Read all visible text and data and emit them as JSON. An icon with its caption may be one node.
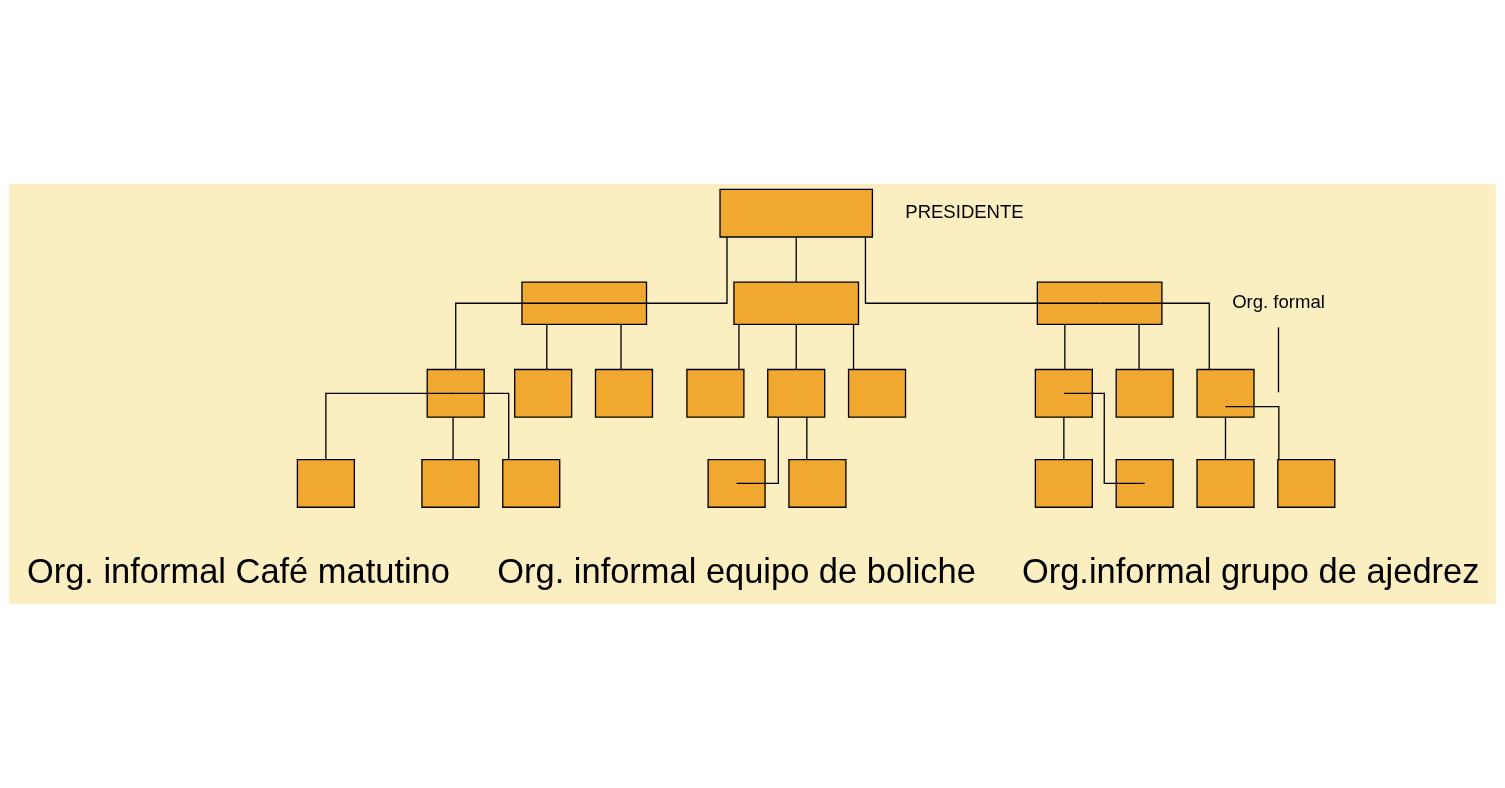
{
  "diagram": {
    "nodes": [
      {
        "text": [],
        "shape": "box"
      },
      {
        "text": [],
        "shape": "box"
      },
      {
        "text": [],
        "shape": "box"
      },
      {
        "text": [],
        "shape": "box"
      },
      {
        "text": [],
        "shape": "box"
      },
      {
        "text": [],
        "shape": "box"
      },
      {
        "text": [],
        "shape": "box"
      },
      {
        "text": [],
        "shape": "box"
      },
      {
        "text": [],
        "shape": "box"
      },
      {
        "text": [],
        "shape": "box"
      },
      {
        "text": [],
        "shape": "box"
      },
      {
        "text": [],
        "shape": "box"
      },
      {
        "text": [],
        "shape": "box"
      },
      {
        "text": [],
        "shape": "box"
      },
      {
        "text": [],
        "shape": "box"
      },
      {
        "text": [],
        "shape": "box"
      },
      {
        "text": [],
        "shape": "box"
      },
      {
        "text": [],
        "shape": "box"
      },
      {
        "text": [],
        "shape": "box"
      },
      {
        "text": [],
        "shape": "box"
      },
      {
        "text": [],
        "shape": "box"
      },
      {
        "text": [],
        "shape": "box"
      },
      {
        "text": [
          "Org. formal"
        ]
      }
    ],
    "edges": [
      {
        "from": 0,
        "to": 1,
        "arrow": "none"
      },
      {
        "from": 0,
        "to": 2,
        "arrow": "none"
      },
      {
        "from": 0,
        "to": 3,
        "arrow": "none"
      },
      {
        "from": 1,
        "to": 4,
        "arrow": "none"
      },
      {
        "from": 1,
        "to": 5,
        "arrow": "none"
      },
      {
        "from": 1,
        "to": 6,
        "arrow": "none"
      },
      {
        "from": 2,
        "to": 7,
        "arrow": "none"
      },
      {
        "from": 2,
        "to": 8,
        "arrow": "none"
      },
      {
        "from": 2,
        "to": 9,
        "arrow": "none"
      },
      {
        "from": 3,
        "to": 10,
        "arrow": "none"
      },
      {
        "from": 3,
        "to": 11,
        "arrow": "none"
      },
      {
        "from": 3,
        "to": 12,
        "arrow": "none"
      },
      {
        "from": 4,
        "to": 13,
        "arrow": "none"
      },
      {
        "from": 4,
        "to": 14,
        "arrow": "none"
      },
      {
        "from": 4,
        "to": 15,
        "arrow": "none"
      },
      {
        "from": 8,
        "to": 16,
        "arrow": "none"
      },
      {
        "from": 8,
        "to": 17,
        "arrow": "none"
      },
      {
        "from": 10,
        "to": 18,
        "arrow": "none"
      },
      {
        "from": 10,
        "to": 19,
        "arrow": "none"
      },
      {
        "from": 12,
        "to": 20,
        "arrow": "none"
      },
      {
        "from": 12,
        "to": 21,
        "arrow": "none"
      },
      {
        "from": 22,
        "to": null,
        "arrow": "none"
      }
    ],
    "labels": [
      "PRESIDENTE",
      "Org. informal Café matutino",
      "Org. informal equipo de boliche",
      "Org.informal grupo de ajedrez"
    ]
  }
}
